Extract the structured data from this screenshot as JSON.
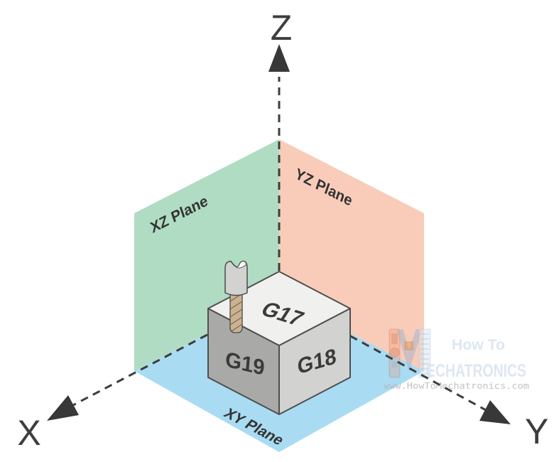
{
  "axes": [
    {
      "id": "z",
      "label": "Z"
    },
    {
      "id": "x",
      "label": "X"
    },
    {
      "id": "y",
      "label": "Y"
    }
  ],
  "planes": [
    {
      "id": "xz",
      "label": "XZ Plane",
      "color": "#b0dcc4"
    },
    {
      "id": "yz",
      "label": "YZ Plane",
      "color": "#f9ccba"
    },
    {
      "id": "xy",
      "label": "XY Plane",
      "color": "#a9dcf3"
    }
  ],
  "cube": {
    "faces": [
      {
        "id": "top",
        "label": "G17",
        "color": "#f0f0ef"
      },
      {
        "id": "right",
        "label": "G18",
        "color": "#d2d2d1"
      },
      {
        "id": "left",
        "label": "G19",
        "color": "#a9a9a8"
      }
    ]
  },
  "watermark": {
    "brand_line1": "How To",
    "brand_line2": "ECHATRONICS",
    "url": "www.HowToMechatronics.com"
  },
  "colors": {
    "background": "#ffffff",
    "axis": "#3d3d3d",
    "edge": "#4f4f4f",
    "label": "#333333",
    "drill_body": "#d2d2d1",
    "drill_flute": "#cbb391",
    "watermark_text": "#ccdcec",
    "watermark_url": "#b3b3b3"
  }
}
